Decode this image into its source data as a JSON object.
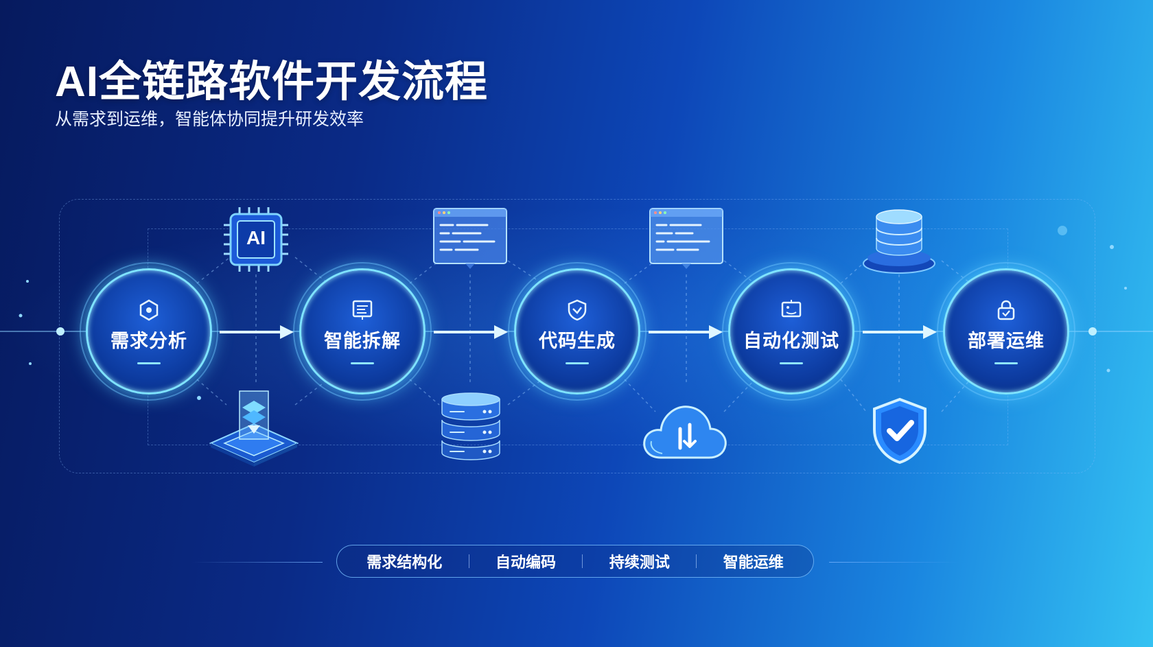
{
  "title": "AI全链路软件开发流程",
  "subtitle": "从需求到运维，智能体协同提升研发效率",
  "colors": {
    "background_left": "#061a5e",
    "background_right": "#35c2f2",
    "node_ring": "#7fe3ff",
    "node_fill": "#0c3a9e",
    "arrow": "#dff6ff",
    "shield": "#2a8bff"
  },
  "steps": [
    {
      "label": "需求分析",
      "icon": "hexagon-icon"
    },
    {
      "label": "智能拆解",
      "icon": "document-icon"
    },
    {
      "label": "代码生成",
      "icon": "shield-code-icon"
    },
    {
      "label": "自动化测试",
      "icon": "monitor-icon"
    },
    {
      "label": "部署运维",
      "icon": "lock-icon"
    }
  ],
  "decorations": {
    "top": [
      "ai-chip-icon",
      "code-window-icon",
      "code-window-icon",
      "database-platform-icon"
    ],
    "bottom": [
      "isometric-layers-icon",
      "server-stack-icon",
      "cloud-upload-icon",
      "security-shield-icon"
    ],
    "chip_text": "AI"
  },
  "bottom_tabs": [
    "需求结构化",
    "自动编码",
    "持续测试",
    "智能运维"
  ]
}
